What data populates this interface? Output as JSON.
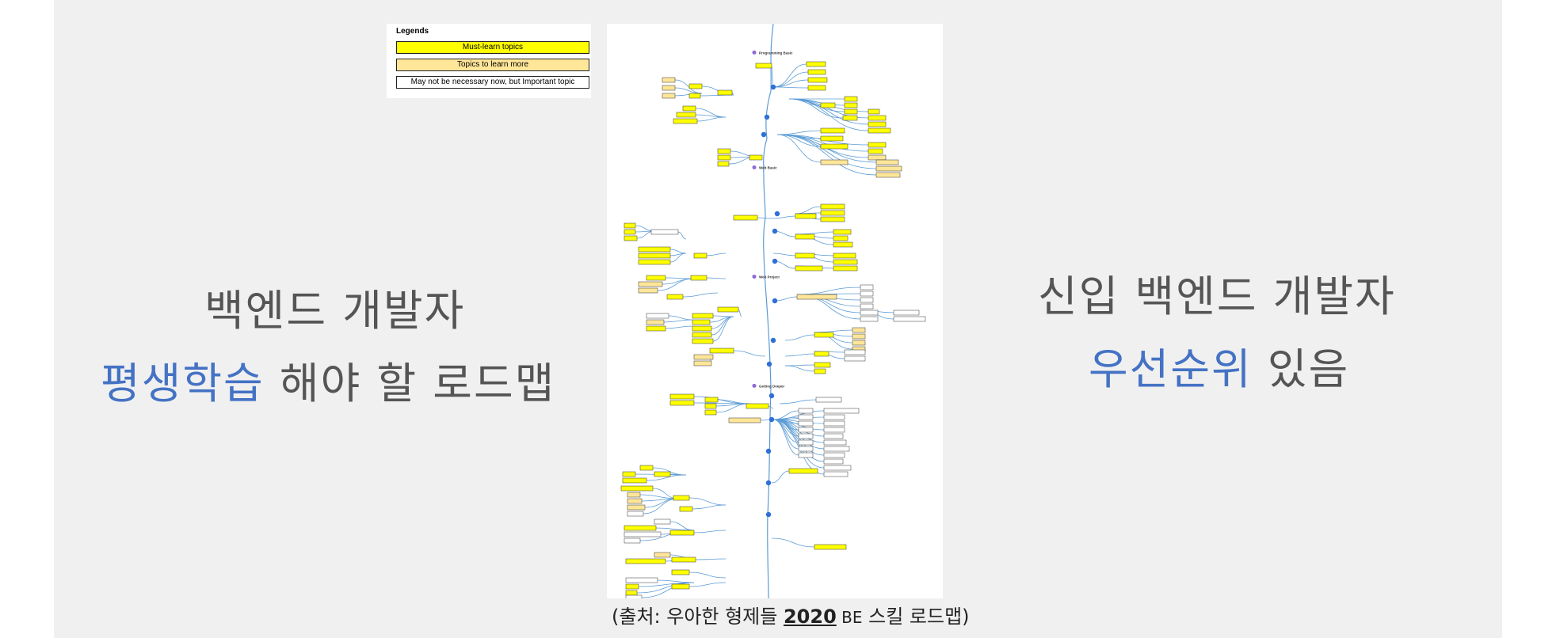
{
  "left_heading": {
    "line1": "백엔드 개발자",
    "line2_highlight": "평생학습",
    "line2_rest": " 해야 할 로드맵"
  },
  "right_heading": {
    "line1": "신입 백엔드 개발자",
    "line2_highlight": "우선순위",
    "line2_rest": " 있음"
  },
  "legend": {
    "title": "Legends",
    "items": [
      {
        "label": "Must-learn topics",
        "color": "#ffff00"
      },
      {
        "label": "Topics to learn more",
        "color": "#ffe699"
      },
      {
        "label": "May not be necessary now, but Important topic",
        "color": "#ffffff"
      }
    ]
  },
  "source": {
    "prefix": "(출처: 우아한 형제들 ",
    "year": "2020",
    "be": " BE",
    "suffix": " 스킬 로드맵)"
  },
  "colors": {
    "accent_blue": "#4472c4",
    "heading_gray": "#555555",
    "must": "#ffff00",
    "more": "#ffe699",
    "line": "#5b9bd5"
  },
  "roadmap": {
    "sections": [
      {
        "label": "Programming Basic",
        "y": 0.05
      },
      {
        "label": "Web Basic",
        "y": 0.25
      },
      {
        "label": "Web Project",
        "y": 0.44
      },
      {
        "label": "Getting Deeper",
        "y": 0.63
      }
    ]
  }
}
